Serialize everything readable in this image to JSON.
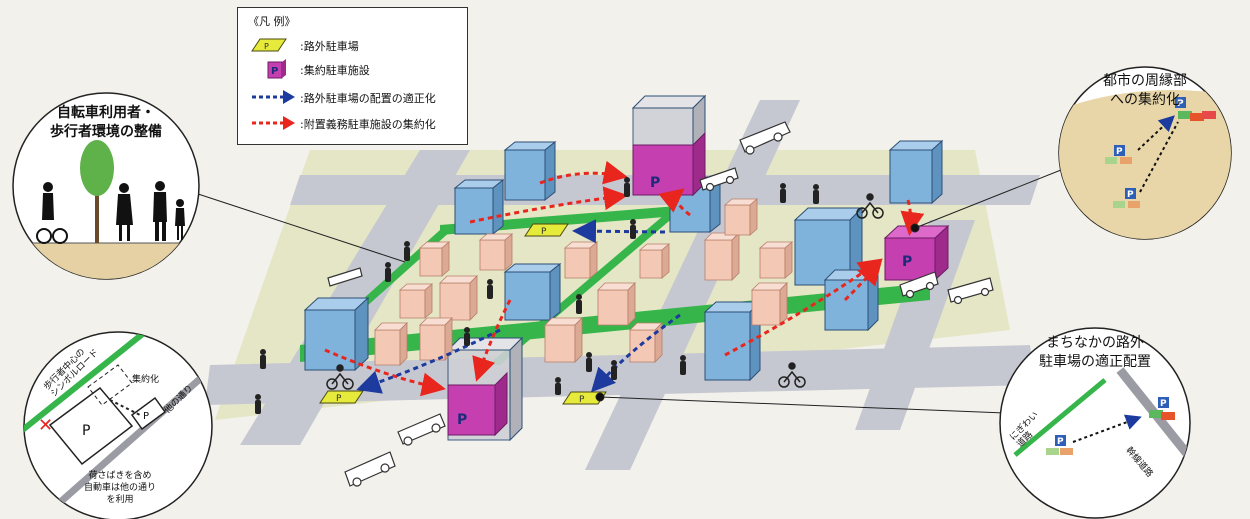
{
  "legend": {
    "title": "《凡 例》",
    "items": [
      {
        "label": ":路外駐車場"
      },
      {
        "label": ":集約駐車施設"
      },
      {
        "label": ":路外駐車場の配置の適正化"
      },
      {
        "label": ":附置義務駐車施設の集約化"
      }
    ]
  },
  "callouts": {
    "bicycle_pedestrian": {
      "line1": "自転車利用者・",
      "line2": "歩行者環境の整備"
    },
    "periphery": {
      "line1": "都市の周縁部",
      "line2": "への集約化"
    },
    "proper_placement": {
      "line1": "まちなかの路外",
      "line2": "駐車場の適正配置"
    }
  },
  "inset_left": {
    "symbol_road": "歩行者中心の\nシンボルロード",
    "consolidation": "集約化",
    "other_street": "他の通り",
    "note1": "荷さばきを含め",
    "note2": "自動車は他の通り",
    "note3": "を利用"
  },
  "inset_right": {
    "busy_road": "にぎわい\n道路",
    "arterial_road": "幹線道路"
  },
  "parking_glyph": "P",
  "colors": {
    "parking_lot": "#e6ea3a",
    "parking_facility": "#c53fb0",
    "blue_arrow": "#1d3a9e",
    "red_arrow": "#e8261e",
    "green_path": "#35b54a",
    "blue_building": "#7fb3dc",
    "pink_building": "#f3c9b6",
    "road": "#c4c6cf",
    "plaza": "#e1e3b4",
    "periphery_bg": "#e8d6a8"
  }
}
